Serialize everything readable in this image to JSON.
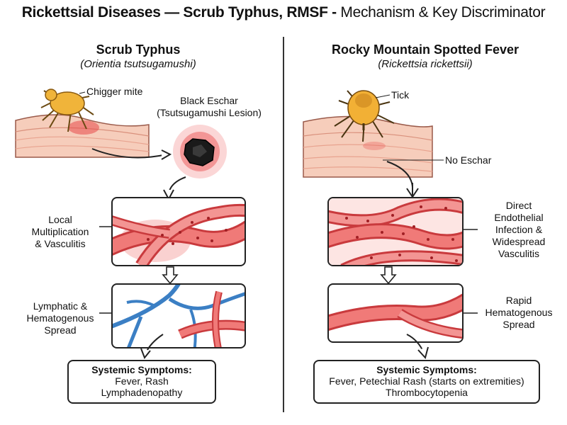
{
  "title": {
    "bold": "Rickettsial Diseases — Scrub Typhus, RMSF -",
    "normal": " Mechanism & Key Discriminator"
  },
  "left": {
    "heading": "Scrub Typhus",
    "subheading": "(Orientia tsutsugamushi)",
    "vector_label": "Chigger mite",
    "eschar_label_1": "Black Eschar",
    "eschar_label_2": "(Tsutsugamushi Lesion)",
    "step1_lines": [
      "Local",
      "Multiplication",
      "& Vasculitis"
    ],
    "step2_lines": [
      "Lymphatic &",
      "Hematogenous",
      "Spread"
    ],
    "symptoms_title": "Systemic Symptoms:",
    "symptoms_line1": "Fever, Rash",
    "symptoms_line2": "Lymphadenopathy"
  },
  "right": {
    "heading": "Rocky Mountain Spotted Fever",
    "subheading": "(Rickettsia rickettsii)",
    "vector_label": "Tick",
    "no_eschar_label": "No Eschar",
    "step1_lines": [
      "Direct",
      "Endothelial",
      "Infection &",
      "Widespread",
      "Vasculitis"
    ],
    "step2_lines": [
      "Rapid",
      "Hematogenous",
      "Spread"
    ],
    "symptoms_title": "Systemic Symptoms:",
    "symptoms_line1": "Fever, Petechial Rash (starts on extremities)",
    "symptoms_line2": "Thrombocytopenia"
  },
  "colors": {
    "skin": "#f6cdbb",
    "skin_dark": "#e8a38f",
    "vessel": "#e0474a",
    "vessel_light": "#f07a78",
    "lymph": "#3b7fc4",
    "eschar": "#1a1a1a",
    "mite": "#f0b43a",
    "tick": "#f2b035"
  }
}
